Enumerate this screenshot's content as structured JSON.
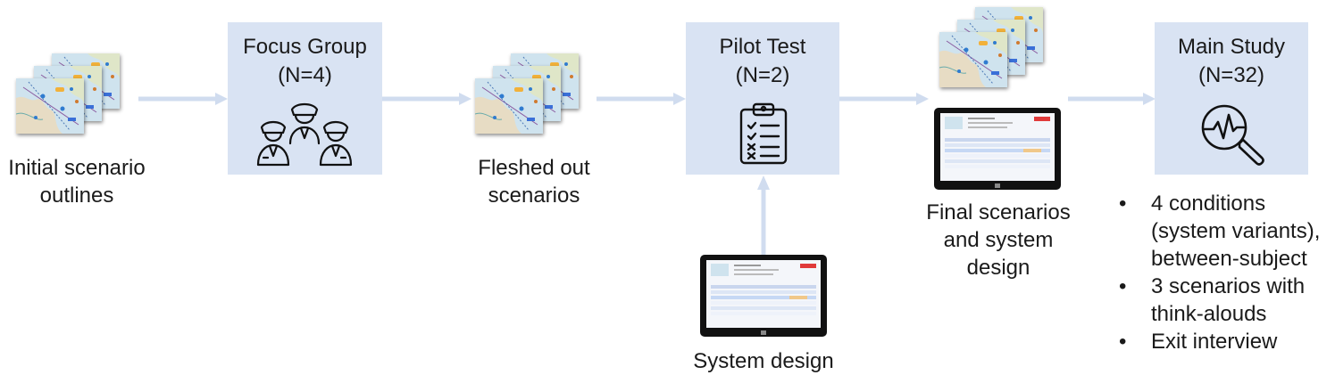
{
  "stages": {
    "initial": {
      "caption_line1": "Initial scenario",
      "caption_line2": "outlines"
    },
    "focus_group": {
      "title": "Focus Group",
      "n": "(N=4)"
    },
    "fleshed_out": {
      "caption_line1": "Fleshed out",
      "caption_line2": "scenarios"
    },
    "pilot_test": {
      "title": "Pilot Test",
      "n": "(N=2)"
    },
    "system_design": {
      "caption": "System design"
    },
    "final": {
      "caption_line1": "Final scenarios",
      "caption_line2": "and system",
      "caption_line3": "design"
    },
    "main_study": {
      "title": "Main Study",
      "n": "(N=32)",
      "bullets": [
        {
          "line1": "4 conditions",
          "line2": "(system variants),",
          "line3": "between-subject"
        },
        {
          "line1": "3 scenarios with",
          "line2": "think-alouds"
        },
        {
          "line1": "Exit interview"
        }
      ],
      "bullet_glyph": "•"
    }
  },
  "icons": {
    "focus_group": "pilots-group-icon",
    "pilot_test": "clipboard-checklist-icon",
    "main_study": "magnifier-heartbeat-icon",
    "maps": "flight-map-stack-icon",
    "tablet": "tablet-icon"
  },
  "colors": {
    "box_fill": "#d9e3f3",
    "arrow": "#d0dcef",
    "text": "#1a1a1a"
  }
}
